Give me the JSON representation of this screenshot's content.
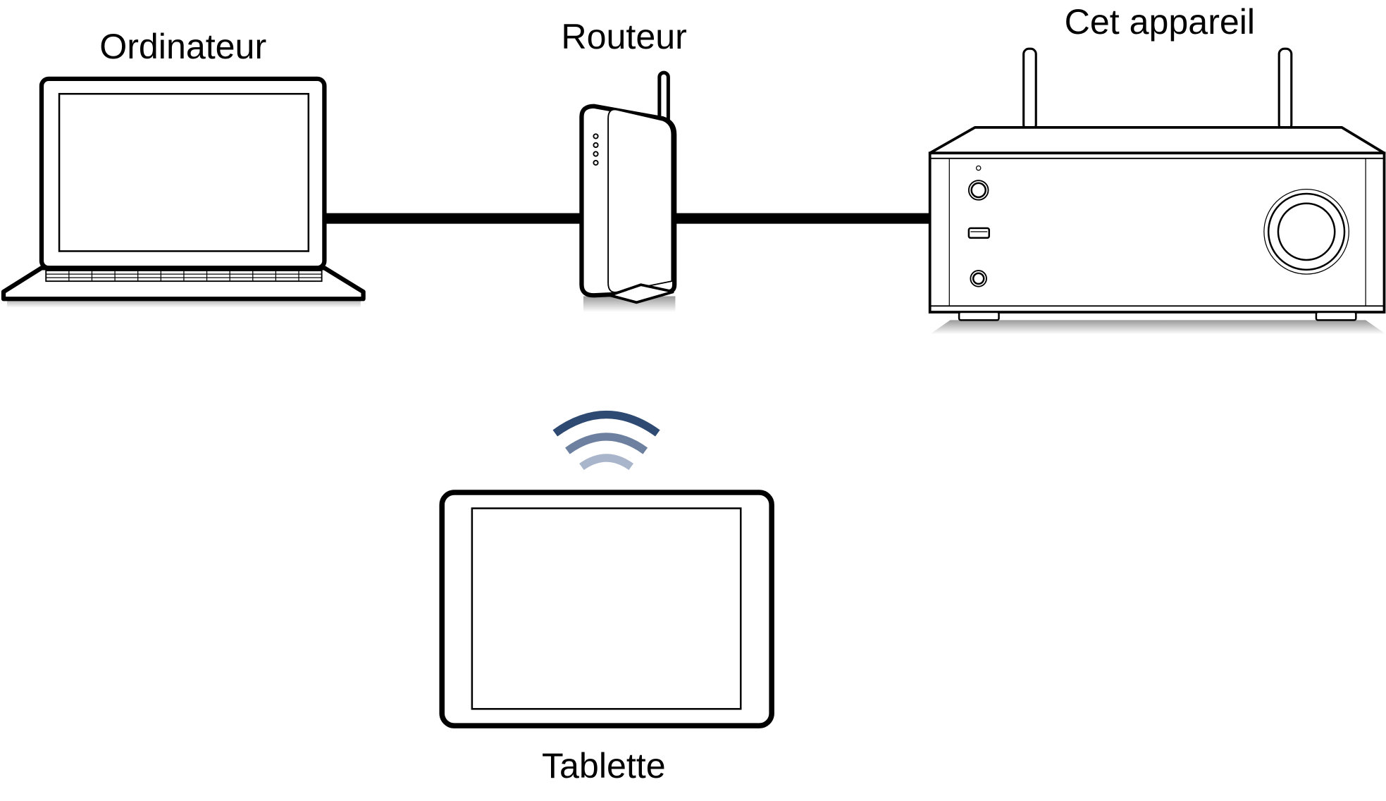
{
  "labels": {
    "computer": "Ordinateur",
    "router": "Routeur",
    "device": "Cet appareil",
    "tablet": "Tablette"
  },
  "colors": {
    "wifi_dark": "#2e4a72",
    "wifi_light": "#b8c3d6",
    "line": "#000000"
  }
}
